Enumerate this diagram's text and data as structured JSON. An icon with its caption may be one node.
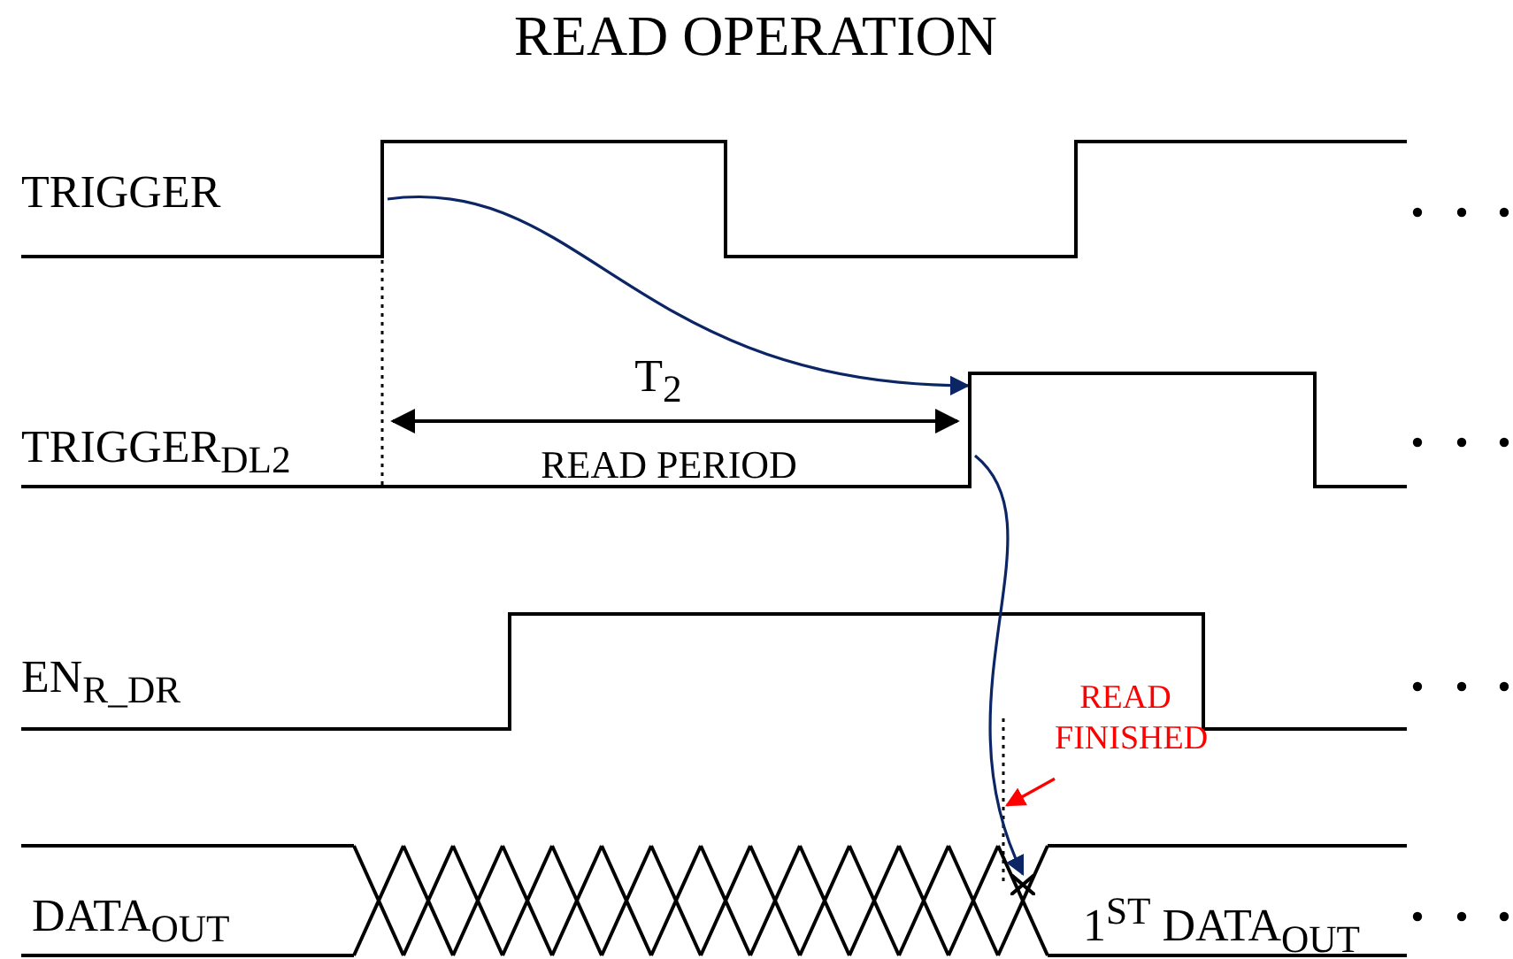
{
  "diagram": {
    "title": "READ OPERATION",
    "nodes": [
      {
        "text": [],
        "shape": "bar"
      },
      {
        "text": [],
        "shape": "bar"
      },
      {
        "text": [],
        "shape": "cross"
      },
      {
        "text": [
          "READ FINISHED"
        ]
      }
    ],
    "edges": [
      {
        "from": 0,
        "to": 1,
        "arrow": "to",
        "color": "#0b2565"
      },
      {
        "from": 1,
        "to": 2,
        "arrow": "to",
        "color": "#0b2565"
      },
      {
        "from": 3,
        "to": null,
        "arrow": "to",
        "color": "#ff0000"
      }
    ],
    "labels": [
      "TRIGGER",
      "TRIGGER$_{DL2}$",
      "T$_{2}$",
      "READ PERIOD",
      "EN$_{R_DR}$",
      "DATA$_{OUT}$",
      "1$^{ST}$ DATA$_{OUT}$"
    ]
  }
}
